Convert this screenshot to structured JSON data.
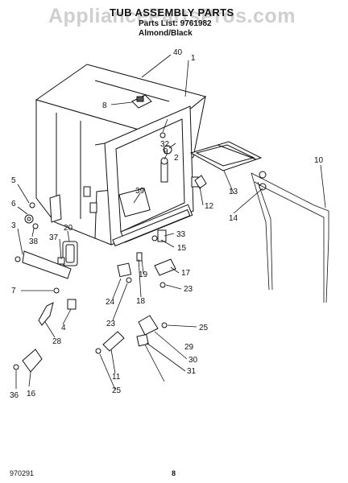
{
  "header": {
    "watermark": "AppliancePartsPros.com",
    "title": "TUB ASSEMBLY PARTS",
    "subtitle_line1": "Parts List: 9761982",
    "subtitle_line2": "Almond/Black"
  },
  "footer": {
    "code": "970291",
    "page_number": "8"
  },
  "callouts": [
    "40",
    "1",
    "8",
    "2",
    "9",
    "32",
    "12",
    "13",
    "14",
    "10",
    "5",
    "6",
    "3",
    "38",
    "37",
    "20",
    "39",
    "33",
    "15",
    "17",
    "19",
    "7",
    "24",
    "18",
    "23",
    "4",
    "28",
    "25",
    "29",
    "30",
    "11",
    "31",
    "36",
    "16"
  ]
}
